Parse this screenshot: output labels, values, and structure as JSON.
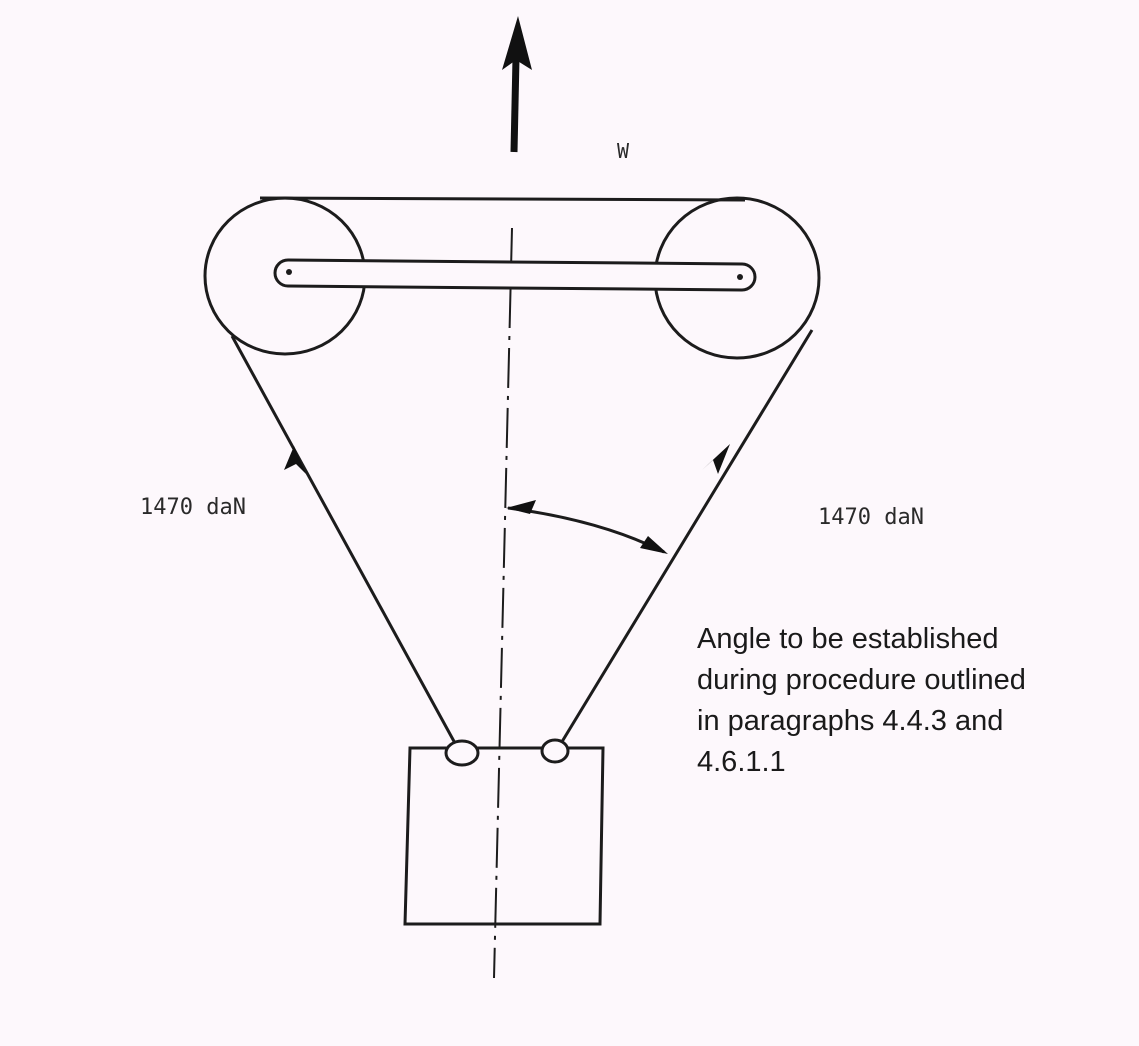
{
  "labels": {
    "load": "W",
    "force_left": "1470 daN",
    "force_right": "1470 daN",
    "note_lines": [
      "Angle to be established",
      "during procedure outlined",
      "in paragraphs 4.4.3 and",
      "4.6.1.1"
    ]
  },
  "colors": {
    "background": "#fdf8fc",
    "ink": "#1c1c1c"
  }
}
